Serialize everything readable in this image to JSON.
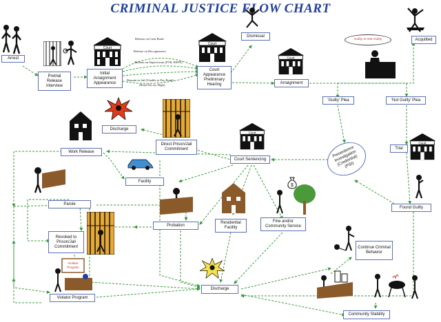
{
  "title": "CRIMINAL JUSTICE FLOW CHART",
  "nodes": {
    "arrest": "Arrest",
    "pretrial": "Pretrial Release Interview",
    "initial": "Initial Arraignment Appearance",
    "court_prelim": "Court Appearance Preliminary Hearing",
    "dismissal": "Dismissal",
    "acquitted": "Acquitted",
    "arraignment": "Arraignment",
    "guilty_plea": "'Guilty' Plea",
    "not_guilty_plea": "'Not Guilty' Plea",
    "discharge_top": "Discharge",
    "direct_prison": "Direct Prison/Jail Commitment",
    "work_release": "Work Release",
    "court_sentencing": "Court Sentencing",
    "psi": "Presentence Investigation (Credential) (PSI)",
    "trial": "Trial",
    "facility": "Facility",
    "parole": "Parole",
    "probation": "Probation",
    "residential": "Residential Facility",
    "fine": "Fine and/or Community Service",
    "found_guilty": "Found Guilty",
    "revoked": "Revoked to Prison/Jail Commitment",
    "continue": "Continue Criminal Behavior",
    "violator_program": "Violator Program",
    "discharge_bottom": "Discharge",
    "community_stability": "Community Stability"
  },
  "release_labels": [
    "Release on Cash Bond",
    "Release on Recognizance",
    "Release on Supervision (PTR, RSFN)",
    "Remain in Jail (Unable to Pay Bond)",
    "(Bond Set too High)"
  ],
  "bubble_text": "Guilty or Not Guilty",
  "sign_texts": {
    "court": "Court",
    "violator_sign": "Violator Program"
  },
  "colors": {
    "title": "#1f3f99",
    "wire": "#3a9a3a",
    "box_border": "#5a6fb2",
    "wood": "#8b5a2b",
    "flame": "#e23a1a"
  }
}
